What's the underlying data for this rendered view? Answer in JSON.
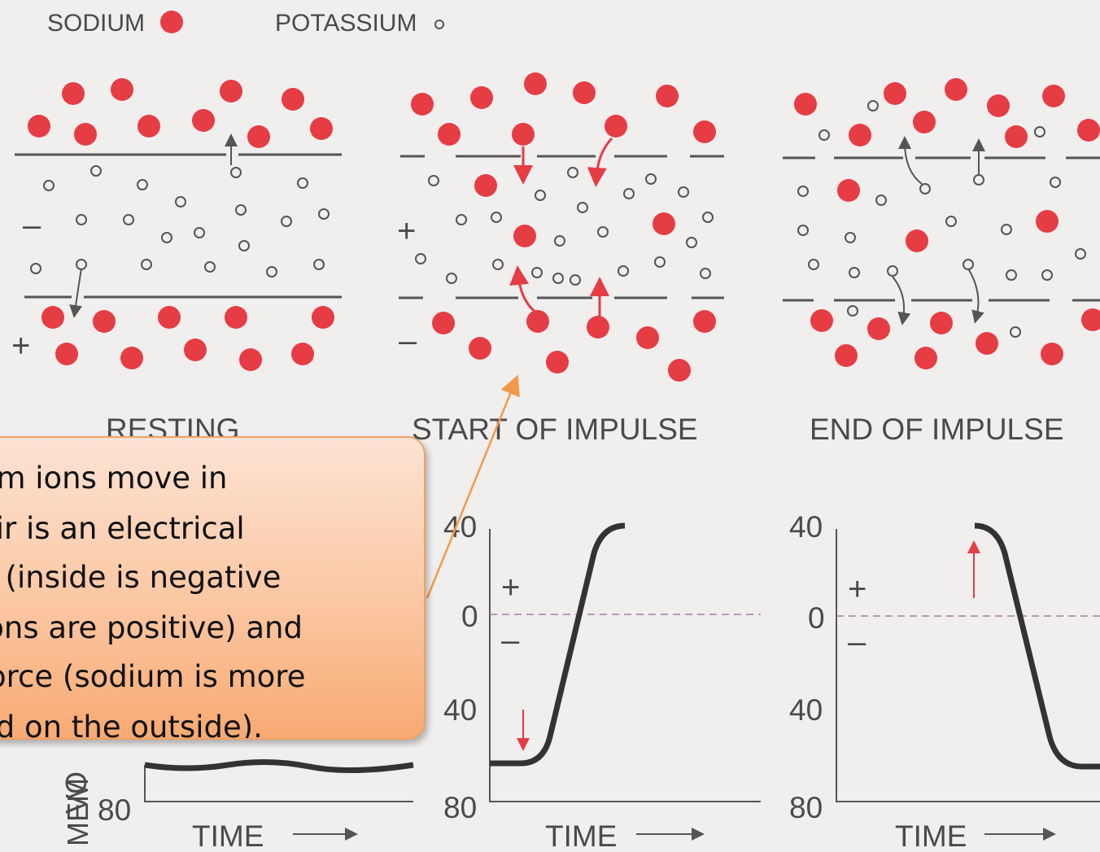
{
  "legend": {
    "sodium_label": "SODIUM",
    "potassium_label": "POTASSIUM"
  },
  "panels": [
    {
      "title": "RESTING"
    },
    {
      "title": "START OF IMPULSE"
    },
    {
      "title": "END OF IMPULSE"
    }
  ],
  "membrane_signs": {
    "resting_inside": "–",
    "resting_outside": "+",
    "start_inside": "+",
    "start_outside": "–"
  },
  "graphs": {
    "ylabel_fragment_1": "VO",
    "ylabel_fragment_2": "MEM",
    "tick_top": "40",
    "tick_zero": "0",
    "tick_mid": "40",
    "tick_bottom": "80",
    "plus": "+",
    "minus": "–",
    "xlabel": "TIME"
  },
  "callout": {
    "lines": [
      "um ions move  in",
      "eir is an electrical",
      "e (inside is negative",
      " ions are positive) and",
      "force (sodium is more",
      "ed on the outside)."
    ]
  },
  "colors": {
    "sodium": "#e63c44",
    "potassium_stroke": "#555555",
    "membrane": "#555555",
    "callout_border": "#f0a162",
    "pointer": "#f29a4a"
  }
}
